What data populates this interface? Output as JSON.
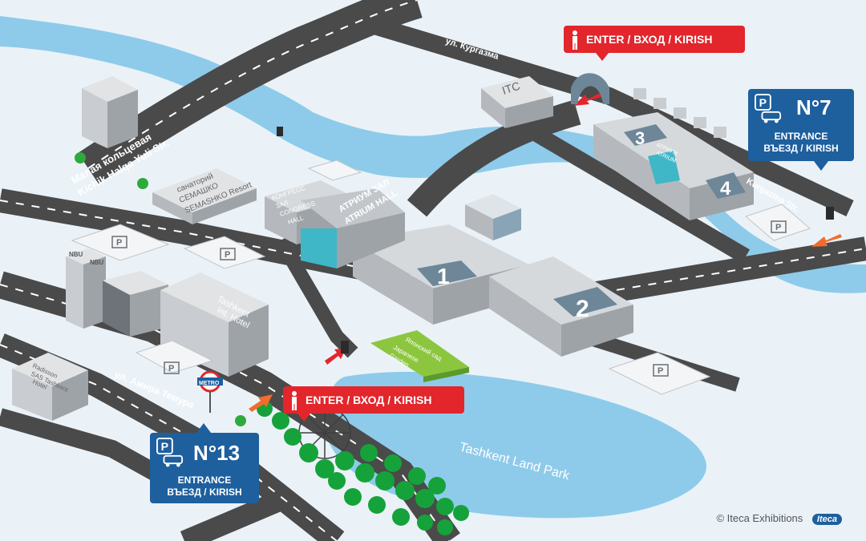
{
  "streets": {
    "small_ring_ru": "Малая кольцевая",
    "small_ring_uz": "Kichik Halqa Yuli Str.",
    "kurgazma_ru": "ул. Кургазма",
    "kurgazma_en": "Kurgazma Str.",
    "amir_temur_ru": "ул. Амира Темура"
  },
  "buildings": {
    "itc": "ITC",
    "sanatorium_1": "санаторий",
    "sanatorium_2": "СЕМАШКО",
    "sanatorium_3": "SEMASHKO Resort",
    "congress_1": "КОНГРЕСС",
    "congress_2": "ЗАЛ",
    "congress_3": "CONGRESS",
    "congress_4": "HALL",
    "atrium_1": "АТРИУМ ЗАЛ",
    "atrium_2": "ATRIUM HALL",
    "atrium_small_1": "АТРИУМ",
    "atrium_small_2": "ATRIUM",
    "hall_1": "1",
    "hall_2": "2",
    "hall_3": "3",
    "hall_4": "4",
    "nbu_1": "NBU",
    "nbu_2": "NBU",
    "tashkent_hotel_1": "Tashkent",
    "tashkent_hotel_2": "Int. Hotel",
    "radisson_1": "Radisson",
    "radisson_2": "SAS Tashkent",
    "radisson_3": "Hotel",
    "garden_1": "Японский сад",
    "garden_2": "Japanese",
    "garden_3": "Garden",
    "metro": "METRO"
  },
  "park": "Tashkent Land Park",
  "parking_letter": "P",
  "entrances": {
    "top": "ENTER / ВХОД / KIRISH",
    "bottom": "ENTER / ВХОД / KIRISH"
  },
  "parking_entrances": {
    "p7": {
      "number": "N°7",
      "line1": "ENTRANCE",
      "line2": "ВЪЕЗД / KIRISH"
    },
    "p13": {
      "number": "N°13",
      "line1": "ENTRANCE",
      "line2": "ВЪЕЗД / KIRISH"
    }
  },
  "credit": "© Iteca Exhibitions",
  "logo_text": "Iteca",
  "colors": {
    "water": "#8ecbea",
    "road": "#4a4a4a",
    "red": "#e2262c",
    "blue": "#1e5f9e",
    "green": "#2eaa3c"
  }
}
